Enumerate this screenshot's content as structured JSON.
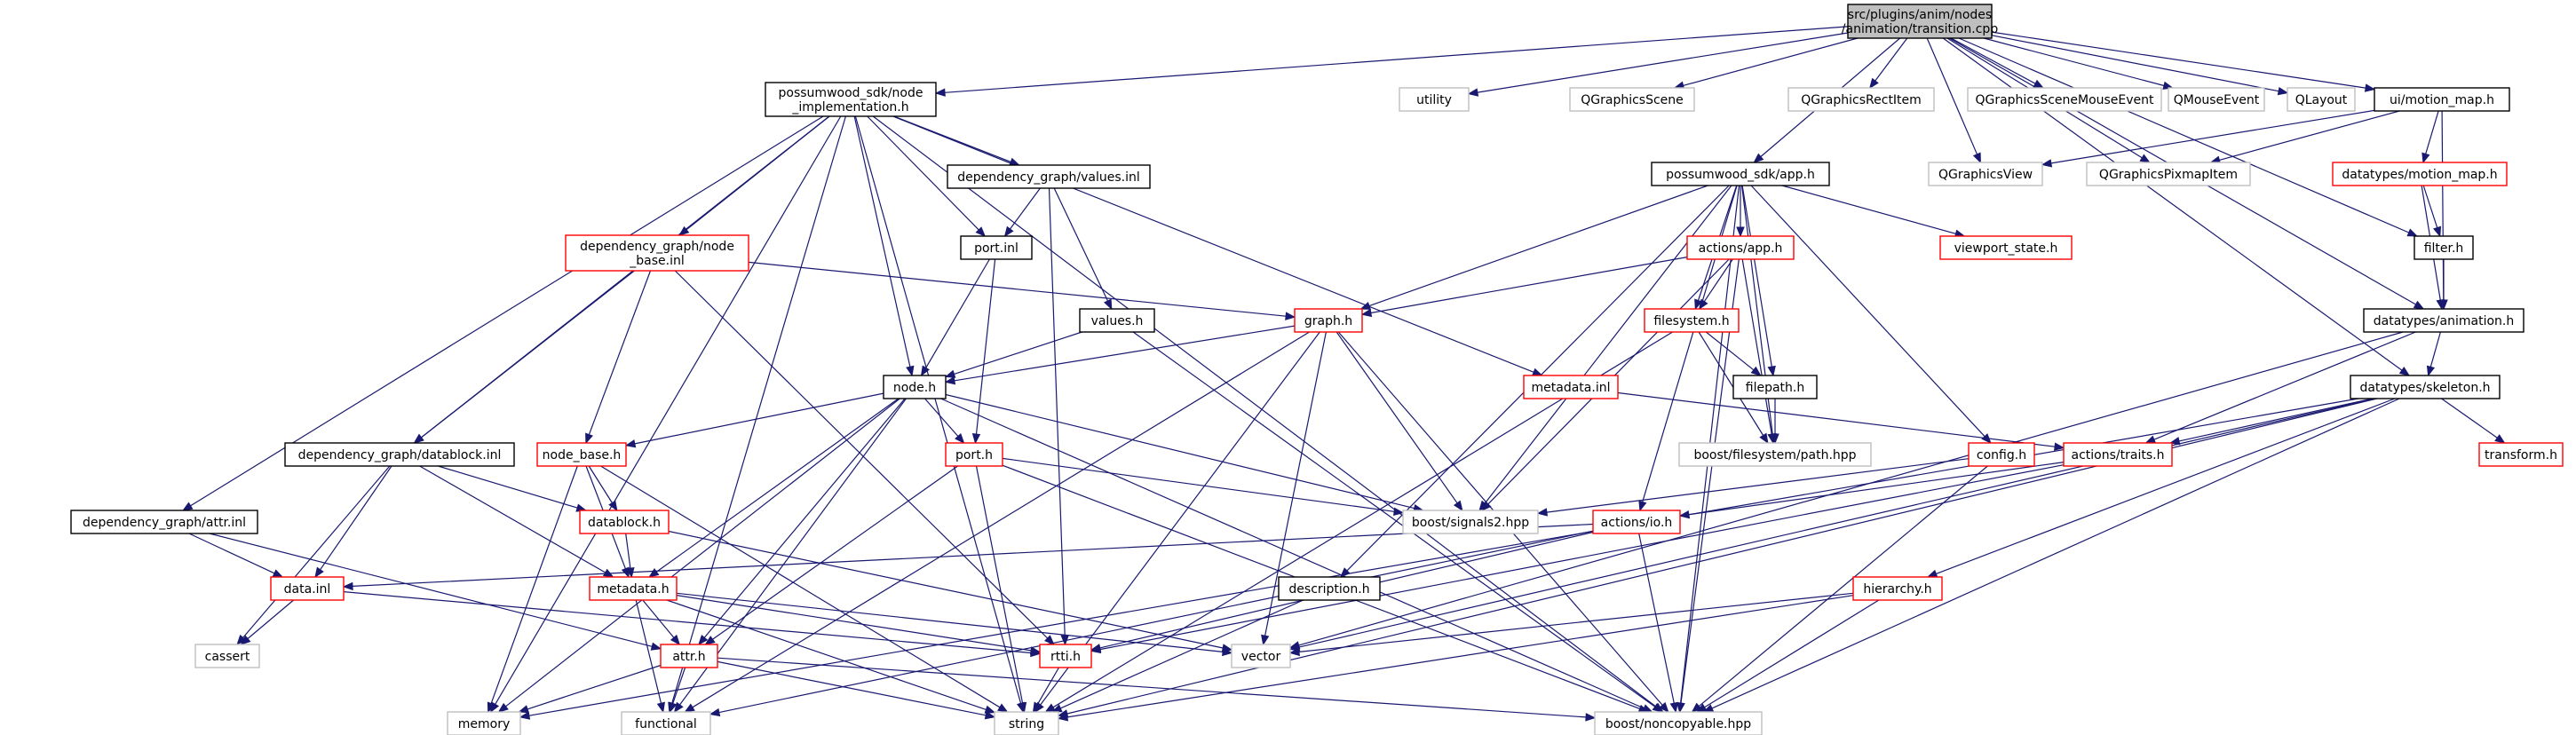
{
  "colors": {
    "edge": "#191970",
    "box_black": "#000000",
    "box_red": "#ff0000",
    "box_gray": "#bfbfbf",
    "root_fill": "#bfbfbf"
  },
  "nodes": [
    {
      "id": "root",
      "lines": [
        "src/plugins/anim/nodes",
        "/animation/transition.cpp"
      ],
      "style": "root"
    },
    {
      "id": "node_impl",
      "lines": [
        "possumwood_sdk/node",
        "_implementation.h"
      ],
      "style": "black"
    },
    {
      "id": "utility",
      "lines": [
        "utility"
      ],
      "style": "gray"
    },
    {
      "id": "qgscene",
      "lines": [
        "QGraphicsScene"
      ],
      "style": "gray"
    },
    {
      "id": "qgrect",
      "lines": [
        "QGraphicsRectItem"
      ],
      "style": "gray"
    },
    {
      "id": "qgsme",
      "lines": [
        "QGraphicsSceneMouseEvent"
      ],
      "style": "gray"
    },
    {
      "id": "qmouse",
      "lines": [
        "QMouseEvent"
      ],
      "style": "gray"
    },
    {
      "id": "qlayout",
      "lines": [
        "QLayout"
      ],
      "style": "gray"
    },
    {
      "id": "motion_map_ui",
      "lines": [
        "ui/motion_map.h"
      ],
      "style": "black"
    },
    {
      "id": "values_inl",
      "lines": [
        "dependency_graph/values.inl"
      ],
      "style": "black"
    },
    {
      "id": "app_h",
      "lines": [
        "possumwood_sdk/app.h"
      ],
      "style": "black"
    },
    {
      "id": "qgview",
      "lines": [
        "QGraphicsView"
      ],
      "style": "gray"
    },
    {
      "id": "qgpix",
      "lines": [
        "QGraphicsPixmapItem"
      ],
      "style": "gray"
    },
    {
      "id": "dt_motion_map",
      "lines": [
        "datatypes/motion_map.h"
      ],
      "style": "red"
    },
    {
      "id": "node_base_inl",
      "lines": [
        "dependency_graph/node",
        "_base.inl"
      ],
      "style": "red"
    },
    {
      "id": "port_inl",
      "lines": [
        "port.inl"
      ],
      "style": "black"
    },
    {
      "id": "actions_app",
      "lines": [
        "actions/app.h"
      ],
      "style": "red"
    },
    {
      "id": "viewport",
      "lines": [
        "viewport_state.h"
      ],
      "style": "red"
    },
    {
      "id": "filter",
      "lines": [
        "filter.h"
      ],
      "style": "black"
    },
    {
      "id": "values_h",
      "lines": [
        "values.h"
      ],
      "style": "black"
    },
    {
      "id": "graph_h",
      "lines": [
        "graph.h"
      ],
      "style": "red"
    },
    {
      "id": "filesystem",
      "lines": [
        "filesystem.h"
      ],
      "style": "red"
    },
    {
      "id": "dt_animation",
      "lines": [
        "datatypes/animation.h"
      ],
      "style": "black"
    },
    {
      "id": "node_h",
      "lines": [
        "node.h"
      ],
      "style": "black"
    },
    {
      "id": "metadata_inl",
      "lines": [
        "metadata.inl"
      ],
      "style": "red"
    },
    {
      "id": "filepath",
      "lines": [
        "filepath.h"
      ],
      "style": "black"
    },
    {
      "id": "dt_skeleton",
      "lines": [
        "datatypes/skeleton.h"
      ],
      "style": "black"
    },
    {
      "id": "datablock_inl",
      "lines": [
        "dependency_graph/datablock.inl"
      ],
      "style": "black"
    },
    {
      "id": "node_base_h",
      "lines": [
        "node_base.h"
      ],
      "style": "red"
    },
    {
      "id": "port_h",
      "lines": [
        "port.h"
      ],
      "style": "red"
    },
    {
      "id": "boost_path",
      "lines": [
        "boost/filesystem/path.hpp"
      ],
      "style": "gray"
    },
    {
      "id": "config",
      "lines": [
        "config.h"
      ],
      "style": "red"
    },
    {
      "id": "traits",
      "lines": [
        "actions/traits.h"
      ],
      "style": "red"
    },
    {
      "id": "transform",
      "lines": [
        "transform.h"
      ],
      "style": "red"
    },
    {
      "id": "attr_inl",
      "lines": [
        "dependency_graph/attr.inl"
      ],
      "style": "black"
    },
    {
      "id": "datablock_h",
      "lines": [
        "datablock.h"
      ],
      "style": "red"
    },
    {
      "id": "signals2",
      "lines": [
        "boost/signals2.hpp"
      ],
      "style": "gray"
    },
    {
      "id": "actions_io",
      "lines": [
        "actions/io.h"
      ],
      "style": "red"
    },
    {
      "id": "data_inl",
      "lines": [
        "data.inl"
      ],
      "style": "red"
    },
    {
      "id": "metadata_h",
      "lines": [
        "metadata.h"
      ],
      "style": "red"
    },
    {
      "id": "description",
      "lines": [
        "description.h"
      ],
      "style": "black"
    },
    {
      "id": "hierarchy",
      "lines": [
        "hierarchy.h"
      ],
      "style": "red"
    },
    {
      "id": "cassert",
      "lines": [
        "cassert"
      ],
      "style": "gray"
    },
    {
      "id": "vector",
      "lines": [
        "vector"
      ],
      "style": "gray"
    },
    {
      "id": "attr_h",
      "lines": [
        "attr.h"
      ],
      "style": "red"
    },
    {
      "id": "rtti",
      "lines": [
        "rtti.h"
      ],
      "style": "red"
    },
    {
      "id": "memory",
      "lines": [
        "memory"
      ],
      "style": "gray"
    },
    {
      "id": "functional",
      "lines": [
        "functional"
      ],
      "style": "gray"
    },
    {
      "id": "string",
      "lines": [
        "string"
      ],
      "style": "gray"
    },
    {
      "id": "noncopyable",
      "lines": [
        "boost/noncopyable.hpp"
      ],
      "style": "gray"
    }
  ],
  "edges": [
    [
      "root",
      "node_impl"
    ],
    [
      "root",
      "utility"
    ],
    [
      "root",
      "qgscene"
    ],
    [
      "root",
      "qgrect"
    ],
    [
      "root",
      "qgsme"
    ],
    [
      "root",
      "qmouse"
    ],
    [
      "root",
      "qlayout"
    ],
    [
      "root",
      "motion_map_ui"
    ],
    [
      "root",
      "app_h"
    ],
    [
      "root",
      "qgview"
    ],
    [
      "root",
      "qgpix"
    ],
    [
      "root",
      "filter"
    ],
    [
      "root",
      "dt_animation"
    ],
    [
      "root",
      "dt_skeleton"
    ],
    [
      "node_impl",
      "values_inl"
    ],
    [
      "node_impl",
      "node_base_inl"
    ],
    [
      "node_impl",
      "port_inl"
    ],
    [
      "node_impl",
      "node_h"
    ],
    [
      "node_impl",
      "metadata_inl"
    ],
    [
      "node_impl",
      "datablock_inl"
    ],
    [
      "node_impl",
      "attr_inl"
    ],
    [
      "node_impl",
      "memory"
    ],
    [
      "node_impl",
      "functional"
    ],
    [
      "node_impl",
      "string"
    ],
    [
      "node_impl",
      "noncopyable"
    ],
    [
      "motion_map_ui",
      "qgview"
    ],
    [
      "motion_map_ui",
      "qgpix"
    ],
    [
      "motion_map_ui",
      "dt_motion_map"
    ],
    [
      "motion_map_ui",
      "dt_animation"
    ],
    [
      "values_inl",
      "port_inl"
    ],
    [
      "values_inl",
      "values_h"
    ],
    [
      "values_inl",
      "rtti"
    ],
    [
      "app_h",
      "actions_app"
    ],
    [
      "app_h",
      "viewport"
    ],
    [
      "app_h",
      "graph_h"
    ],
    [
      "app_h",
      "filesystem"
    ],
    [
      "app_h",
      "filepath"
    ],
    [
      "app_h",
      "boost_path"
    ],
    [
      "app_h",
      "config"
    ],
    [
      "app_h",
      "signals2"
    ],
    [
      "app_h",
      "actions_io"
    ],
    [
      "app_h",
      "description"
    ],
    [
      "app_h",
      "noncopyable"
    ],
    [
      "dt_motion_map",
      "filter"
    ],
    [
      "dt_motion_map",
      "dt_animation"
    ],
    [
      "node_base_inl",
      "graph_h"
    ],
    [
      "node_base_inl",
      "datablock_inl"
    ],
    [
      "node_base_inl",
      "node_base_h"
    ],
    [
      "node_base_inl",
      "rtti"
    ],
    [
      "port_inl",
      "node_h"
    ],
    [
      "port_inl",
      "port_h"
    ],
    [
      "actions_app",
      "graph_h"
    ],
    [
      "actions_app",
      "filesystem"
    ],
    [
      "actions_app",
      "boost_path"
    ],
    [
      "actions_app",
      "signals2"
    ],
    [
      "actions_app",
      "noncopyable"
    ],
    [
      "filter",
      "dt_animation"
    ],
    [
      "values_h",
      "node_h"
    ],
    [
      "values_h",
      "noncopyable"
    ],
    [
      "graph_h",
      "node_h"
    ],
    [
      "graph_h",
      "signals2"
    ],
    [
      "graph_h",
      "vector"
    ],
    [
      "graph_h",
      "functional"
    ],
    [
      "graph_h",
      "noncopyable"
    ],
    [
      "graph_h",
      "string"
    ],
    [
      "filesystem",
      "filepath"
    ],
    [
      "filesystem",
      "boost_path"
    ],
    [
      "filesystem",
      "string"
    ],
    [
      "dt_animation",
      "dt_skeleton"
    ],
    [
      "dt_animation",
      "traits"
    ],
    [
      "dt_animation",
      "vector"
    ],
    [
      "node_h",
      "node_base_h"
    ],
    [
      "node_h",
      "port_h"
    ],
    [
      "node_h",
      "metadata_h"
    ],
    [
      "node_h",
      "attr_h"
    ],
    [
      "node_h",
      "signals2"
    ],
    [
      "node_h",
      "memory"
    ],
    [
      "node_h",
      "functional"
    ],
    [
      "node_h",
      "noncopyable"
    ],
    [
      "metadata_inl",
      "traits"
    ],
    [
      "filepath",
      "boost_path"
    ],
    [
      "dt_skeleton",
      "traits"
    ],
    [
      "dt_skeleton",
      "transform"
    ],
    [
      "dt_skeleton",
      "hierarchy"
    ],
    [
      "dt_skeleton",
      "vector"
    ],
    [
      "dt_skeleton",
      "memory"
    ],
    [
      "dt_skeleton",
      "string"
    ],
    [
      "dt_skeleton",
      "noncopyable"
    ],
    [
      "datablock_inl",
      "datablock_h"
    ],
    [
      "datablock_inl",
      "data_inl"
    ],
    [
      "datablock_inl",
      "metadata_h"
    ],
    [
      "datablock_inl",
      "cassert"
    ],
    [
      "node_base_h",
      "datablock_h"
    ],
    [
      "node_base_h",
      "metadata_h"
    ],
    [
      "node_base_h",
      "memory"
    ],
    [
      "node_base_h",
      "string"
    ],
    [
      "port_h",
      "signals2"
    ],
    [
      "port_h",
      "attr_h"
    ],
    [
      "port_h",
      "string"
    ],
    [
      "port_h",
      "noncopyable"
    ],
    [
      "config",
      "signals2"
    ],
    [
      "config",
      "noncopyable"
    ],
    [
      "traits",
      "actions_io"
    ],
    [
      "traits",
      "rtti"
    ],
    [
      "attr_inl",
      "data_inl"
    ],
    [
      "attr_inl",
      "attr_h"
    ],
    [
      "datablock_h",
      "metadata_h"
    ],
    [
      "datablock_h",
      "vector"
    ],
    [
      "actions_io",
      "data_inl"
    ],
    [
      "actions_io",
      "rtti"
    ],
    [
      "actions_io",
      "functional"
    ],
    [
      "actions_io",
      "noncopyable"
    ],
    [
      "data_inl",
      "cassert"
    ],
    [
      "data_inl",
      "rtti"
    ],
    [
      "metadata_h",
      "attr_h"
    ],
    [
      "metadata_h",
      "vector"
    ],
    [
      "metadata_h",
      "rtti"
    ],
    [
      "metadata_h",
      "functional"
    ],
    [
      "metadata_h",
      "string"
    ],
    [
      "description",
      "string"
    ],
    [
      "hierarchy",
      "vector"
    ],
    [
      "hierarchy",
      "string"
    ],
    [
      "hierarchy",
      "noncopyable"
    ],
    [
      "attr_h",
      "memory"
    ],
    [
      "attr_h",
      "functional"
    ],
    [
      "attr_h",
      "string"
    ],
    [
      "attr_h",
      "noncopyable"
    ],
    [
      "rtti",
      "string"
    ]
  ]
}
